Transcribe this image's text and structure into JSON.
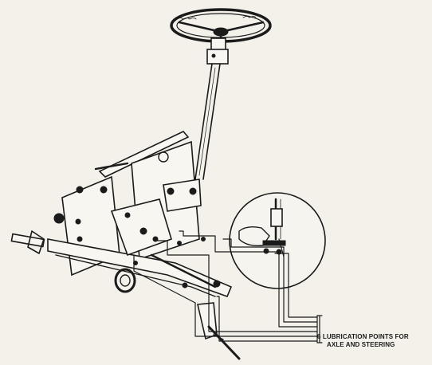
{
  "caption": {
    "line1": "6 LUBRICATION POINTS FOR",
    "line2": "AXLE AND STEERING"
  },
  "colors": {
    "ink": "#1b1b1b",
    "paper": "#f3f1ea"
  },
  "icons": [
    "steering-wheel",
    "steering-column",
    "axle-frame",
    "detail-magnifier-circle",
    "lubrication-bracket"
  ]
}
